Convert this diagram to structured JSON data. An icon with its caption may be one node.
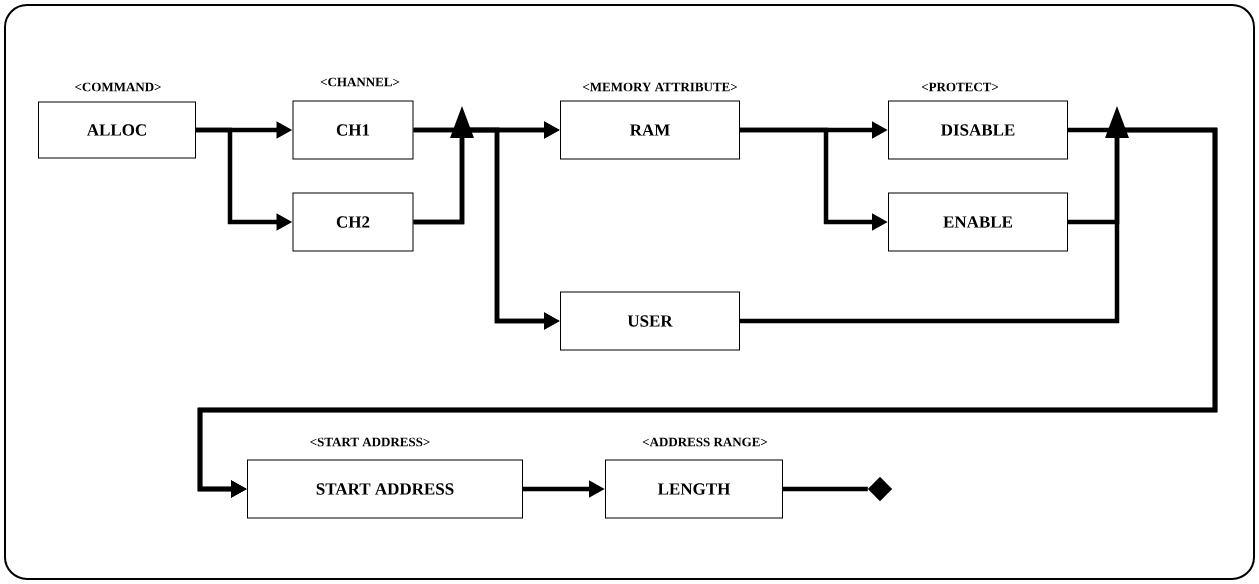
{
  "diagram": {
    "nodes": [
      {
        "text": [
          "ALLOC"
        ]
      },
      {
        "text": [
          "CH1"
        ]
      },
      {
        "text": [
          "CH2"
        ]
      },
      {
        "text": [
          "RAM"
        ]
      },
      {
        "text": [
          "USER"
        ]
      },
      {
        "text": [
          "DISABLE"
        ]
      },
      {
        "text": [
          "ENABLE"
        ]
      },
      {
        "text": [
          "START ADDRESS"
        ]
      },
      {
        "text": [
          "LENGTH"
        ]
      },
      {
        "text": [],
        "shape": "diamond"
      }
    ],
    "edges": [
      {
        "from": 0,
        "to": 1,
        "arrow": "to"
      },
      {
        "from": 0,
        "to": 2,
        "arrow": "to"
      },
      {
        "from": 1,
        "to": 3,
        "arrow": "to"
      },
      {
        "from": 2,
        "to": 3,
        "arrow": "to"
      },
      {
        "from": 1,
        "to": 4,
        "arrow": "to"
      },
      {
        "from": 2,
        "to": 4,
        "arrow": "to"
      },
      {
        "from": 3,
        "to": 5,
        "arrow": "to"
      },
      {
        "from": 3,
        "to": 6,
        "arrow": "to"
      },
      {
        "from": 5,
        "to": 7,
        "arrow": "to"
      },
      {
        "from": 6,
        "to": 7,
        "arrow": "to"
      },
      {
        "from": 4,
        "to": 7,
        "arrow": "to"
      },
      {
        "from": 7,
        "to": 8,
        "arrow": "to"
      },
      {
        "from": 8,
        "to": 9,
        "arrow": "none"
      }
    ],
    "labels": [
      "<COMMAND>",
      "<CHANNEL>",
      "<MEMORY ATTRIBUTE>",
      "<PROTECT>",
      "<START ADDRESS>",
      "<ADDRESS RANGE>"
    ]
  }
}
